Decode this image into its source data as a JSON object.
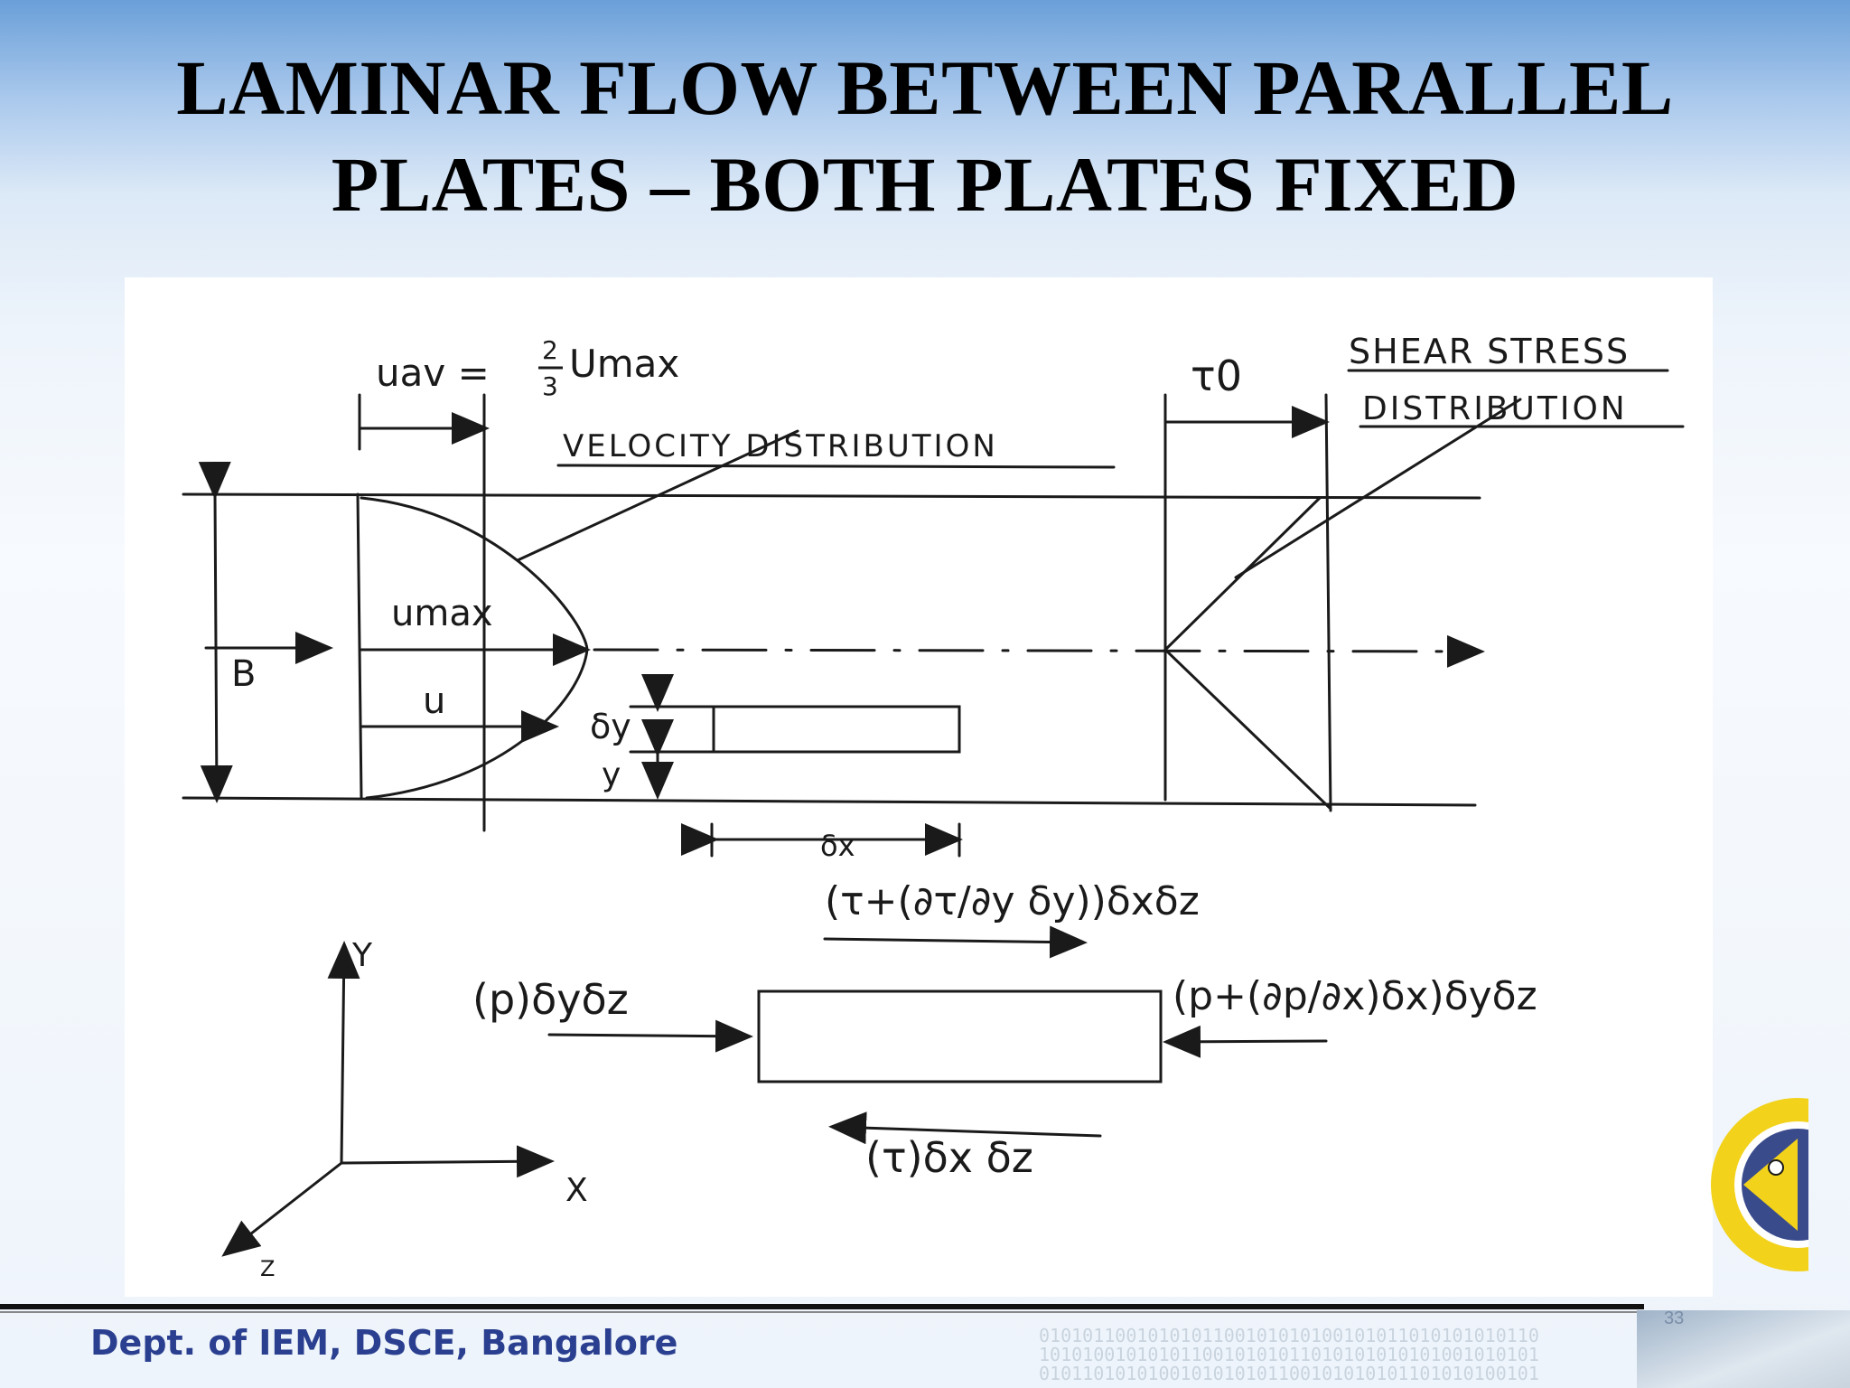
{
  "slide": {
    "title_line1": "LAMINAR FLOW BETWEEN PARALLEL",
    "title_line2": "PLATES – BOTH PLATES FIXED",
    "footer": "Dept. of IEM, DSCE, Bangalore",
    "slide_number": "33"
  },
  "diagram": {
    "uav_formula_lhs": "uav =",
    "uav_num": "2",
    "uav_den": "3",
    "uav_rhs": "Umax",
    "velocity_label": "VELOCITY DISTRIBUTION",
    "tau0_label": "τ0",
    "shear_label_1": "SHEAR STRESS",
    "shear_label_2": "DISTRIBUTION",
    "umax_label": "umax",
    "u_label": "u",
    "B_label": "B",
    "dy_label": "δy",
    "y_label": "y",
    "dx_label": "δx",
    "top_force": "(τ+(∂τ/∂y δy))δxδz",
    "left_force": "(p)δyδz",
    "right_force": "(p+(∂p/∂x)δx)δyδz",
    "bottom_force": "(τ)δx δz",
    "axis_y": "Y",
    "axis_x": "X",
    "axis_z": "Z"
  },
  "colors": {
    "footer_text": "#2a3f8f",
    "ink": "#1a1a1a",
    "logo_yellow": "#f2d21b"
  },
  "icons": [
    "institution-logo",
    "laptop-decoration"
  ]
}
